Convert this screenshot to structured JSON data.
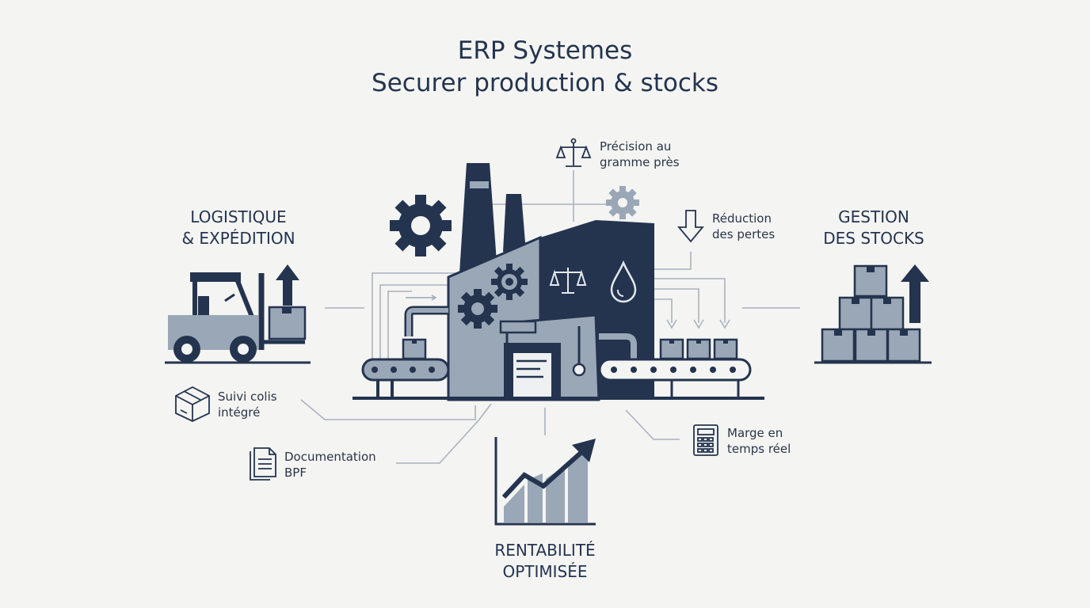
{
  "title": {
    "line1": "ERP Systemes",
    "line2": "Securer production & stocks"
  },
  "sections": {
    "logistics": {
      "line1": "LOGISTIQUE",
      "line2": "& EXPÉDITION"
    },
    "stock": {
      "line1": "GESTION",
      "line2": "DES STOCKS"
    },
    "profit": {
      "line1": "RENTABILITÉ",
      "line2": "OPTIMISÉE"
    }
  },
  "features": {
    "precision": {
      "line1": "Précision au",
      "line2": "gramme près",
      "icon": "scale-icon"
    },
    "loss": {
      "line1": "Réduction",
      "line2": "des pertes",
      "icon": "arrow-down-icon"
    },
    "tracking": {
      "line1": "Suivi colis",
      "line2": "intégré",
      "icon": "package-icon"
    },
    "documentation": {
      "line1": "Documentation",
      "line2": "BPF",
      "icon": "document-icon"
    },
    "margin": {
      "line1": "Marge en",
      "line2": "temps réel",
      "icon": "calculator-icon"
    }
  },
  "colors": {
    "navy": "#24344f",
    "slate": "#9aa7b7",
    "line": "#a9b2be",
    "background": "#f4f4f2"
  }
}
